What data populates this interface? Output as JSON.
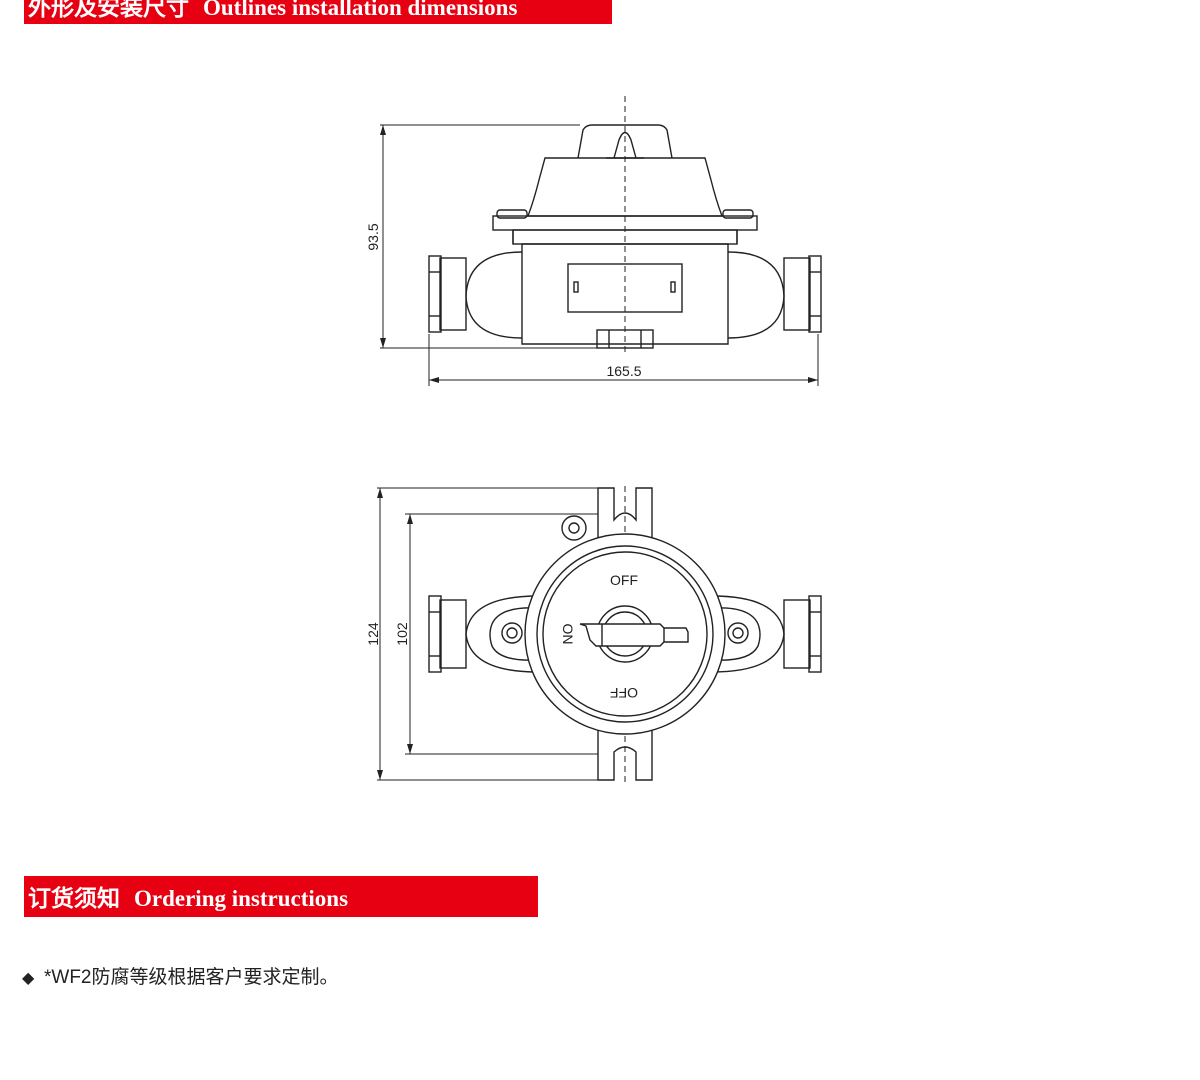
{
  "sections": {
    "outlines": {
      "title_cn": "外形及安装尺寸",
      "title_en": "Outlines  installation dimensions"
    },
    "ordering": {
      "title_cn": "订货须知",
      "title_en": "Ordering instructions"
    }
  },
  "drawings": {
    "side_view": {
      "height_dim": "93.5",
      "width_dim": "165.5"
    },
    "top_view": {
      "outer_height_dim": "124",
      "inner_height_dim": "102",
      "label_off_top": "OFF",
      "label_on": "ON",
      "label_off_bottom": "OFF"
    }
  },
  "note": {
    "bullet": "◆",
    "text": "*WF2防腐等级根据客户要求定制。"
  },
  "colors": {
    "accent": "#e60012",
    "line": "#222222"
  }
}
